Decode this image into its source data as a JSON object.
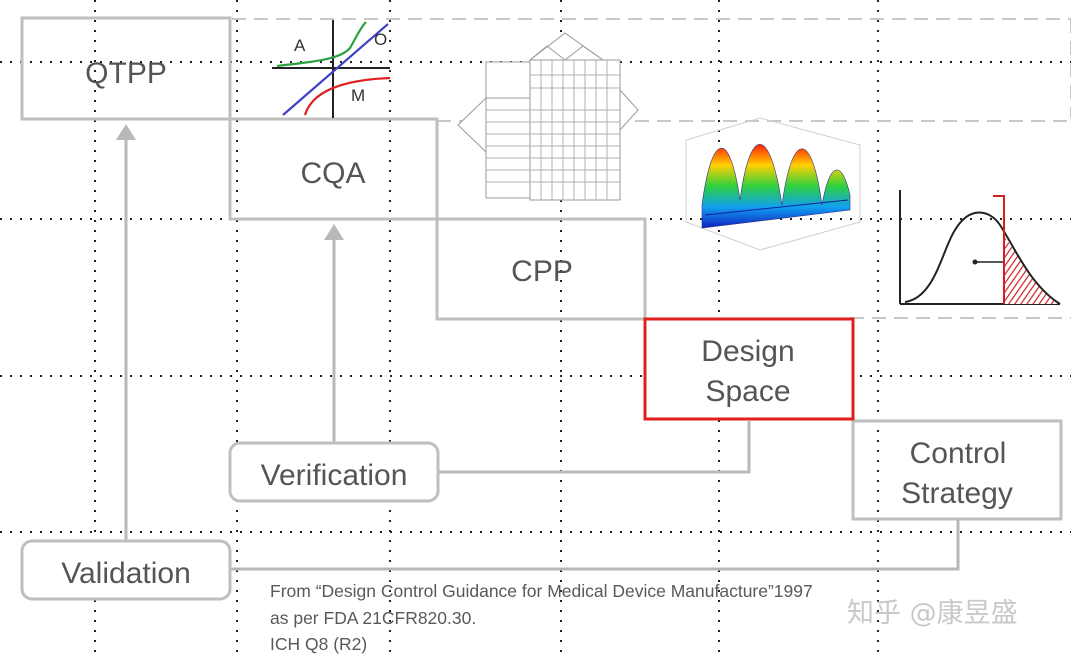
{
  "boxes": {
    "qtpp": "QTPP",
    "cqa": "CQA",
    "cpp": "CPP",
    "design_space": [
      "Design",
      "Space"
    ],
    "control_strategy": [
      "Control",
      "Strategy"
    ],
    "verification": "Verification",
    "validation": "Validation"
  },
  "graph_labels": {
    "a": "A",
    "o": "O",
    "m": "M"
  },
  "source": [
    "From “Design Control Guidance for Medical Device Manufacture”1997",
    "as per FDA  21CFR820.30.",
    "ICH  Q8  (R2)"
  ],
  "watermark": "知乎 @康昱盛",
  "colors": {
    "box_border": "#bfbfbf",
    "highlight_border": "#e0201e",
    "text": "#555555"
  }
}
